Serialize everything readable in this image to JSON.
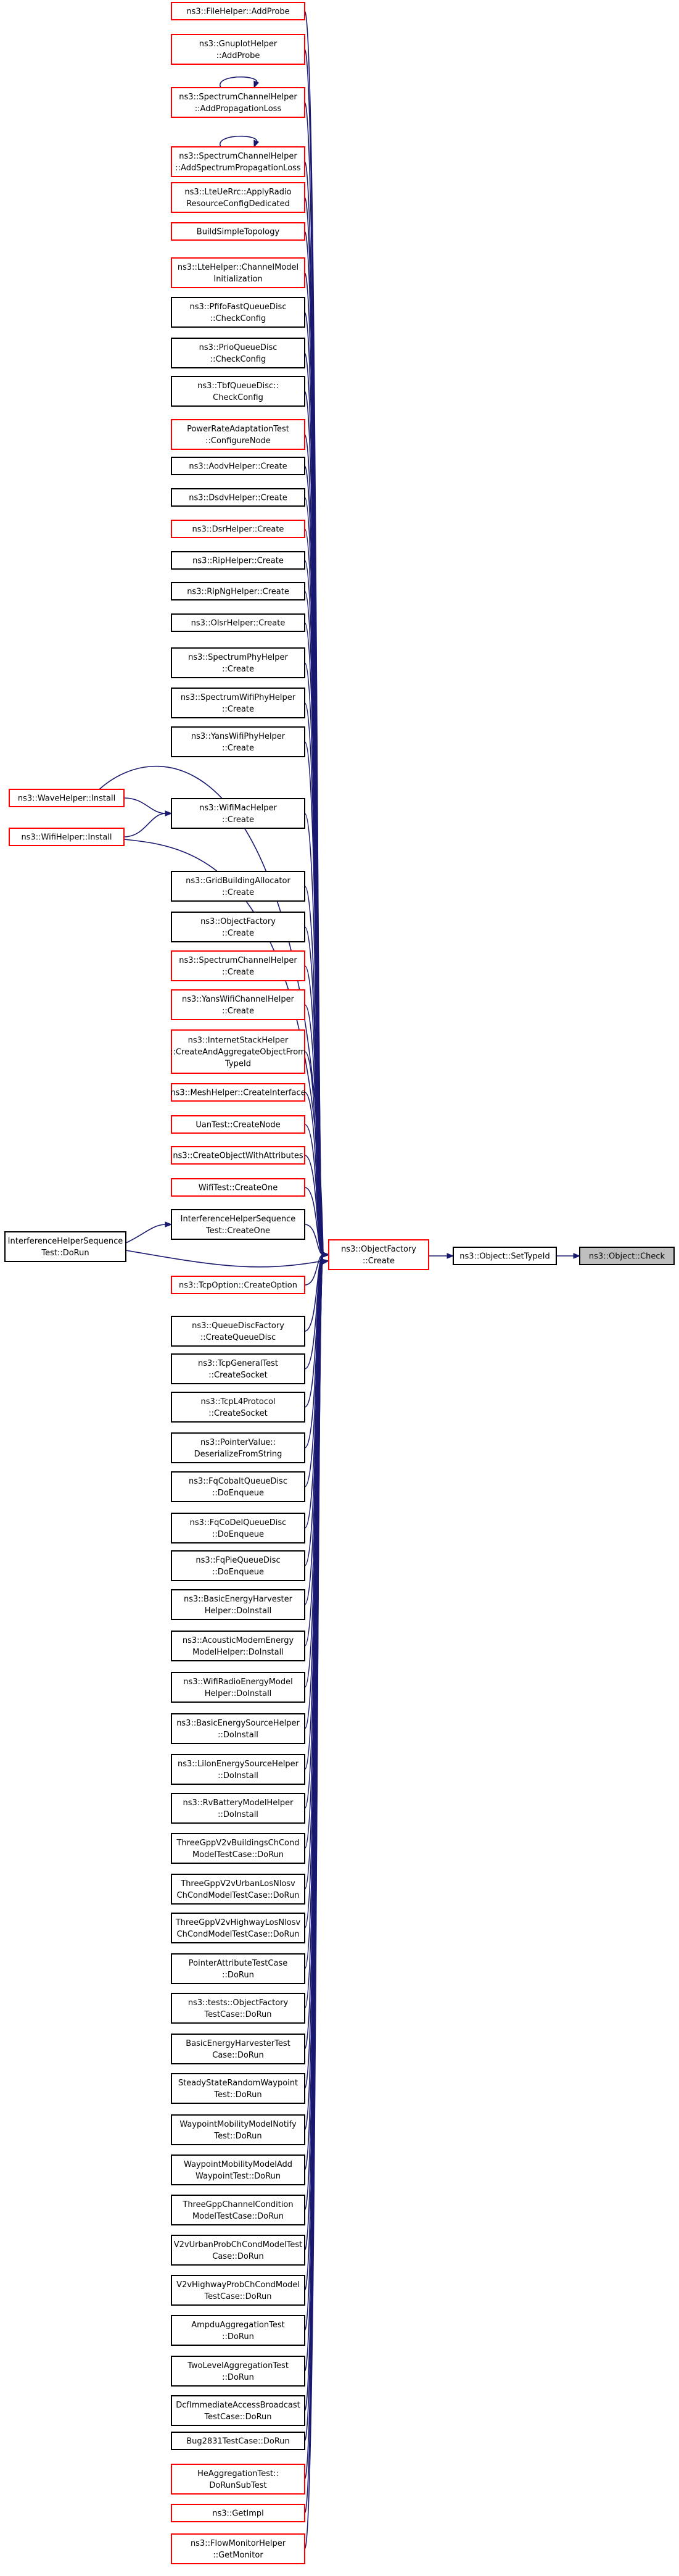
{
  "colors": {
    "edge": "#191970",
    "red_border": "#ff0000",
    "black_border": "#000000",
    "highlight_fill": "#bfbfbf",
    "fill": "#ffffff"
  },
  "nodes": [
    {
      "id": "n0",
      "lines": [
        "ns3::FileHelper::AddProbe"
      ],
      "style": "red"
    },
    {
      "id": "n1",
      "lines": [
        "ns3::GnuplotHelper",
        "::AddProbe"
      ],
      "style": "red"
    },
    {
      "id": "n2",
      "lines": [
        "ns3::SpectrumChannelHelper",
        "::AddPropagationLoss"
      ],
      "style": "red",
      "self": true
    },
    {
      "id": "n3",
      "lines": [
        "ns3::SpectrumChannelHelper",
        "::AddSpectrumPropagationLoss"
      ],
      "style": "red",
      "self": true
    },
    {
      "id": "n4",
      "lines": [
        "ns3::LteUeRrc::ApplyRadio",
        "ResourceConfigDedicated"
      ],
      "style": "red"
    },
    {
      "id": "n5",
      "lines": [
        "BuildSimpleTopology"
      ],
      "style": "red"
    },
    {
      "id": "n6",
      "lines": [
        "ns3::LteHelper::ChannelModel",
        "Initialization"
      ],
      "style": "red"
    },
    {
      "id": "n7",
      "lines": [
        "ns3::PfifoFastQueueDisc",
        "::CheckConfig"
      ],
      "style": "black"
    },
    {
      "id": "n8",
      "lines": [
        "ns3::PrioQueueDisc",
        "::CheckConfig"
      ],
      "style": "black"
    },
    {
      "id": "n9",
      "lines": [
        "ns3::TbfQueueDisc::",
        "CheckConfig"
      ],
      "style": "black"
    },
    {
      "id": "n10",
      "lines": [
        "PowerRateAdaptationTest",
        "::ConfigureNode"
      ],
      "style": "red"
    },
    {
      "id": "n11",
      "lines": [
        "ns3::AodvHelper::Create"
      ],
      "style": "black"
    },
    {
      "id": "n12",
      "lines": [
        "ns3::DsdvHelper::Create"
      ],
      "style": "black"
    },
    {
      "id": "n13",
      "lines": [
        "ns3::DsrHelper::Create"
      ],
      "style": "red"
    },
    {
      "id": "n14",
      "lines": [
        "ns3::RipHelper::Create"
      ],
      "style": "black"
    },
    {
      "id": "n15",
      "lines": [
        "ns3::RipNgHelper::Create"
      ],
      "style": "black"
    },
    {
      "id": "n16",
      "lines": [
        "ns3::OlsrHelper::Create"
      ],
      "style": "black"
    },
    {
      "id": "n17",
      "lines": [
        "ns3::SpectrumPhyHelper",
        "::Create"
      ],
      "style": "black"
    },
    {
      "id": "n18",
      "lines": [
        "ns3::SpectrumWifiPhyHelper",
        "::Create"
      ],
      "style": "black"
    },
    {
      "id": "n19",
      "lines": [
        "ns3::YansWifiPhyHelper",
        "::Create"
      ],
      "style": "black"
    },
    {
      "id": "n20",
      "lines": [
        "ns3::WifiMacHelper",
        "::Create"
      ],
      "style": "black"
    },
    {
      "id": "n21",
      "lines": [
        "ns3::GridBuildingAllocator",
        "::Create"
      ],
      "style": "black"
    },
    {
      "id": "n22",
      "lines": [
        "ns3::ObjectFactory",
        "::Create"
      ],
      "style": "black"
    },
    {
      "id": "n23",
      "lines": [
        "ns3::SpectrumChannelHelper",
        "::Create"
      ],
      "style": "red"
    },
    {
      "id": "n24",
      "lines": [
        "ns3::YansWifiChannelHelper",
        "::Create"
      ],
      "style": "red"
    },
    {
      "id": "n25",
      "lines": [
        "ns3::InternetStackHelper",
        "::CreateAndAggregateObjectFrom",
        "TypeId"
      ],
      "style": "red"
    },
    {
      "id": "n26",
      "lines": [
        "ns3::MeshHelper::CreateInterface"
      ],
      "style": "red"
    },
    {
      "id": "n27",
      "lines": [
        "UanTest::CreateNode"
      ],
      "style": "red"
    },
    {
      "id": "n28",
      "lines": [
        "ns3::CreateObjectWithAttributes"
      ],
      "style": "red"
    },
    {
      "id": "n29",
      "lines": [
        "WifiTest::CreateOne"
      ],
      "style": "red"
    },
    {
      "id": "n30",
      "lines": [
        "InterferenceHelperSequence",
        "Test::CreateOne"
      ],
      "style": "black"
    },
    {
      "id": "n31",
      "lines": [
        "ns3::TcpOption::CreateOption"
      ],
      "style": "red"
    },
    {
      "id": "n32",
      "lines": [
        "ns3::QueueDiscFactory",
        "::CreateQueueDisc"
      ],
      "style": "black"
    },
    {
      "id": "n33",
      "lines": [
        "ns3::TcpGeneralTest",
        "::CreateSocket"
      ],
      "style": "black"
    },
    {
      "id": "n34",
      "lines": [
        "ns3::TcpL4Protocol",
        "::CreateSocket"
      ],
      "style": "black"
    },
    {
      "id": "n35",
      "lines": [
        "ns3::PointerValue::",
        "DeserializeFromString"
      ],
      "style": "black"
    },
    {
      "id": "n36",
      "lines": [
        "ns3::FqCobaltQueueDisc",
        "::DoEnqueue"
      ],
      "style": "black"
    },
    {
      "id": "n37",
      "lines": [
        "ns3::FqCoDelQueueDisc",
        "::DoEnqueue"
      ],
      "style": "black"
    },
    {
      "id": "n38",
      "lines": [
        "ns3::FqPieQueueDisc",
        "::DoEnqueue"
      ],
      "style": "black"
    },
    {
      "id": "n39",
      "lines": [
        "ns3::BasicEnergyHarvester",
        "Helper::DoInstall"
      ],
      "style": "black"
    },
    {
      "id": "n40",
      "lines": [
        "ns3::AcousticModemEnergy",
        "ModelHelper::DoInstall"
      ],
      "style": "black"
    },
    {
      "id": "n41",
      "lines": [
        "ns3::WifiRadioEnergyModel",
        "Helper::DoInstall"
      ],
      "style": "black"
    },
    {
      "id": "n42",
      "lines": [
        "ns3::BasicEnergySourceHelper",
        "::DoInstall"
      ],
      "style": "black"
    },
    {
      "id": "n43",
      "lines": [
        "ns3::LiIonEnergySourceHelper",
        "::DoInstall"
      ],
      "style": "black"
    },
    {
      "id": "n44",
      "lines": [
        "ns3::RvBatteryModelHelper",
        "::DoInstall"
      ],
      "style": "black"
    },
    {
      "id": "n45",
      "lines": [
        "ThreeGppV2vBuildingsChCond",
        "ModelTestCase::DoRun"
      ],
      "style": "black"
    },
    {
      "id": "n46",
      "lines": [
        "ThreeGppV2vUrbanLosNlosv",
        "ChCondModelTestCase::DoRun"
      ],
      "style": "black"
    },
    {
      "id": "n47",
      "lines": [
        "ThreeGppV2vHighwayLosNlosv",
        "ChCondModelTestCase::DoRun"
      ],
      "style": "black"
    },
    {
      "id": "n48",
      "lines": [
        "PointerAttributeTestCase",
        "::DoRun"
      ],
      "style": "black"
    },
    {
      "id": "n49",
      "lines": [
        "ns3::tests::ObjectFactory",
        "TestCase::DoRun"
      ],
      "style": "black"
    },
    {
      "id": "n50",
      "lines": [
        "BasicEnergyHarvesterTest",
        "Case::DoRun"
      ],
      "style": "black"
    },
    {
      "id": "n51",
      "lines": [
        "SteadyStateRandomWaypoint",
        "Test::DoRun"
      ],
      "style": "black"
    },
    {
      "id": "n52",
      "lines": [
        "WaypointMobilityModelNotify",
        "Test::DoRun"
      ],
      "style": "black"
    },
    {
      "id": "n53",
      "lines": [
        "WaypointMobilityModelAdd",
        "WaypointTest::DoRun"
      ],
      "style": "black"
    },
    {
      "id": "n54",
      "lines": [
        "ThreeGppChannelCondition",
        "ModelTestCase::DoRun"
      ],
      "style": "black"
    },
    {
      "id": "n55",
      "lines": [
        "V2vUrbanProbChCondModelTest",
        "Case::DoRun"
      ],
      "style": "black"
    },
    {
      "id": "n56",
      "lines": [
        "V2vHighwayProbChCondModel",
        "TestCase::DoRun"
      ],
      "style": "black"
    },
    {
      "id": "n57",
      "lines": [
        "AmpduAggregationTest",
        "::DoRun"
      ],
      "style": "black"
    },
    {
      "id": "n58",
      "lines": [
        "TwoLevelAggregationTest",
        "::DoRun"
      ],
      "style": "black"
    },
    {
      "id": "n59",
      "lines": [
        "DcfImmediateAccessBroadcast",
        "TestCase::DoRun"
      ],
      "style": "black"
    },
    {
      "id": "n60",
      "lines": [
        "Bug2831TestCase::DoRun"
      ],
      "style": "black"
    },
    {
      "id": "n61",
      "lines": [
        "HeAggregationTest::",
        "DoRunSubTest"
      ],
      "style": "red"
    },
    {
      "id": "n62",
      "lines": [
        "ns3::GetImpl"
      ],
      "style": "red"
    },
    {
      "id": "n63",
      "lines": [
        "ns3::FlowMonitorHelper",
        "::GetMonitor"
      ],
      "style": "red"
    },
    {
      "id": "wave",
      "lines": [
        "ns3::WaveHelper::Install"
      ],
      "style": "red"
    },
    {
      "id": "wifi",
      "lines": [
        "ns3::WifiHelper::Install"
      ],
      "style": "red"
    },
    {
      "id": "ihs",
      "lines": [
        "InterferenceHelperSequence",
        "Test::DoRun"
      ],
      "style": "black"
    },
    {
      "id": "ofc",
      "lines": [
        "ns3::ObjectFactory",
        "::Create"
      ],
      "style": "red"
    },
    {
      "id": "stid",
      "lines": [
        "ns3::Object::SetTypeId"
      ],
      "style": "black"
    },
    {
      "id": "chk",
      "lines": [
        "ns3::Object::Check"
      ],
      "style": "highlight"
    }
  ]
}
